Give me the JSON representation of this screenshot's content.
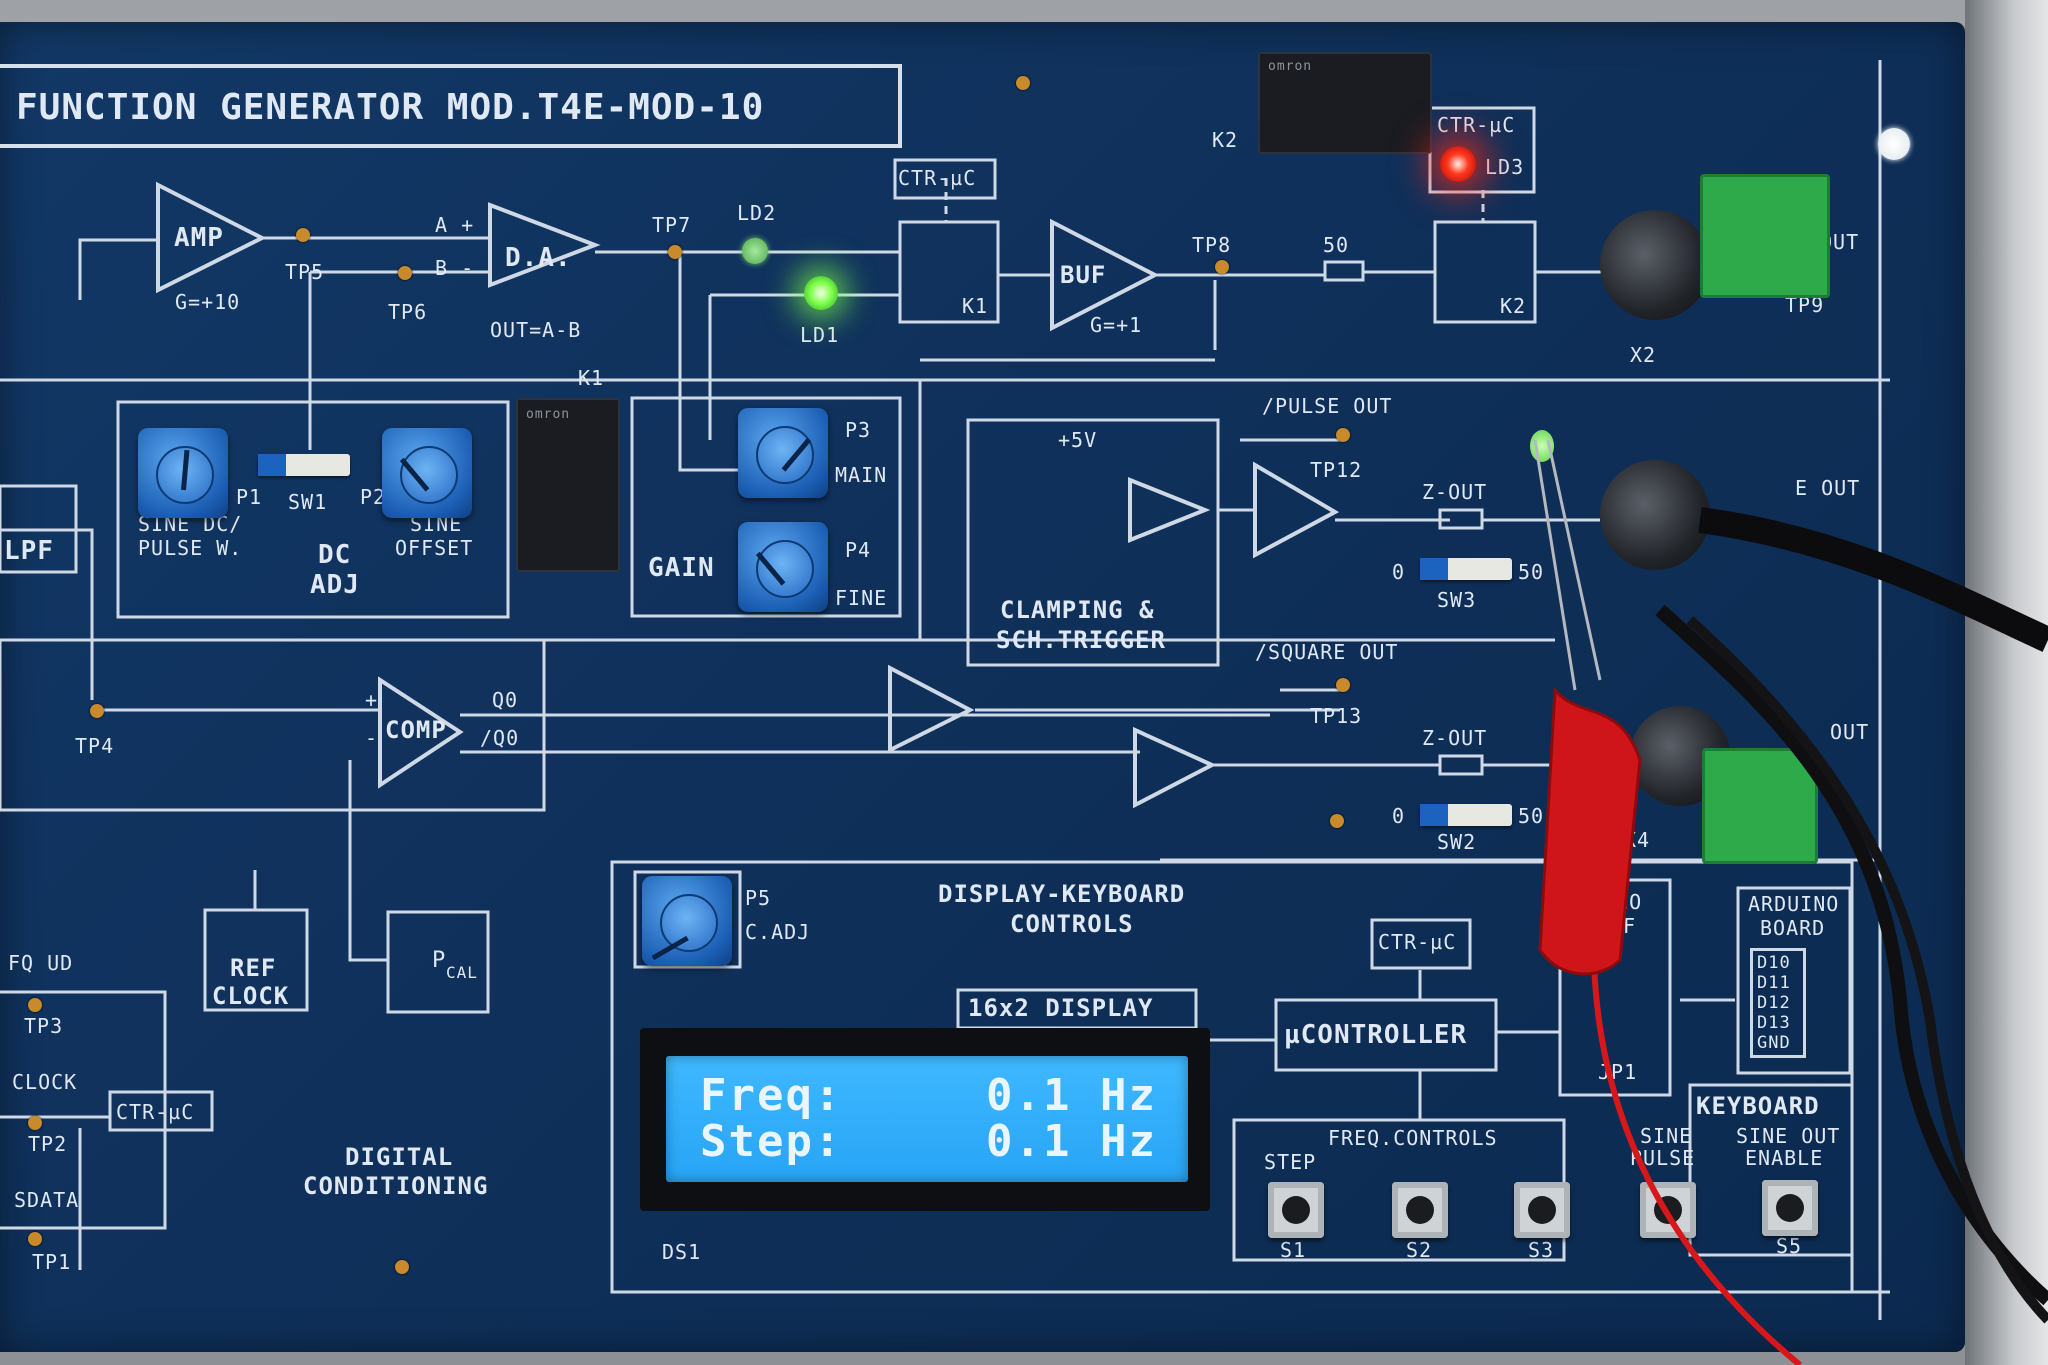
{
  "board": {
    "title": "FUNCTION GENERATOR MOD.T4E-MOD-10",
    "lcd": {
      "line1_label": "Freq:",
      "line1_value": "0.1 Hz",
      "line2_label": "Step:",
      "line2_value": "0.1 Hz"
    },
    "labels": {
      "amp": "AMP",
      "amp_gain": "G=+10",
      "da": "D.A.",
      "da_out": "OUT=A-B",
      "a_plus": "A +",
      "b_minus": "B -",
      "buf": "BUF",
      "buf_gain": "G=+1",
      "tp4": "TP4",
      "tp5": "TP5",
      "tp6": "TP6",
      "tp7": "TP7",
      "tp8": "TP8",
      "tp9": "TP9",
      "tp12": "TP12",
      "tp13": "TP13",
      "tp1": "TP1",
      "tp2": "TP2",
      "tp3": "TP3",
      "ld1": "LD1",
      "ld2": "LD2",
      "ld3": "LD3",
      "k1": "K1",
      "k1b": "K1",
      "k2": "K2",
      "k2b": "K2",
      "x2": "X2",
      "x4": "X4",
      "ctr_uc_1": "CTR-µC",
      "ctr_uc_2": "CTR-µC",
      "ctr_uc_3": "CTR-µC",
      "ctr_uc_4": "CTR-µC",
      "r50": "50",
      "out1": "OUT",
      "out2": "E OUT",
      "out3": "OUT",
      "lpf": "LPF",
      "p1": "P1",
      "p2": "P2",
      "p3": "P3",
      "p4": "P4",
      "p5": "P5",
      "sw1": "SW1",
      "sine_dc": "SINE DC/",
      "pulse_w": "PULSE W.",
      "dc": "DC",
      "adj": "ADJ",
      "sine": "SINE",
      "offset": "OFFSET",
      "main": "MAIN",
      "fine": "FINE",
      "gain": "GAIN",
      "plus5v": "+5V",
      "clamping": "CLAMPING &",
      "schtrigger": "SCH.TRIGGER",
      "pulse_out": "/PULSE OUT",
      "square_out": "/SQUARE OUT",
      "zout1": "Z-OUT",
      "zout2": "Z-OUT",
      "sw3": "SW3",
      "sw2": "SW2",
      "zero1": "0",
      "fifty1": "50",
      "zero2": "0",
      "fifty2": "50",
      "comp": "COMP",
      "q0": "Q0",
      "q0bar": "/Q0",
      "plus": "+",
      "minus": "-",
      "ref": "REF",
      "clock": "CLOCK",
      "pcal": "P",
      "cal": "CAL",
      "fq_ud": "FQ UD",
      "clock2": "CLOCK",
      "sdata": "SDATA",
      "digital": "DIGITAL",
      "conditioning": "CONDITIONING",
      "cadj": "C.ADJ",
      "dk1": "DISPLAY-KEYBOARD",
      "dk2": "CONTROLS",
      "display16": "16x2 DISPLAY",
      "ds1": "DS1",
      "ucontroller": "µCONTROLLER",
      "arduino_if": "UINO",
      "if": "/F",
      "jp1": "JP1",
      "arduino": "ARDUINO",
      "board": "BOARD",
      "pins": [
        "D10",
        "D11",
        "D12",
        "D13",
        "GND"
      ],
      "freq_controls": "FREQ.CONTROLS",
      "step": "STEP",
      "s1": "S1",
      "s2": "S2",
      "s3": "S3",
      "s5": "S5",
      "keyboard": "KEYBOARD",
      "sine2": "SINE",
      "pulse": "PULSE",
      "sine_out": "SINE OUT",
      "enable": "ENABLE",
      "relay_k1_text": "omron",
      "relay_k2_text": "omron"
    }
  },
  "colors": {
    "board": "#123866",
    "silk": "#dfe8f3",
    "lcd": "#2ea9f7",
    "led_red": "#ff2a1a",
    "led_green": "#7dff4a",
    "pot": "#2a6fca"
  }
}
